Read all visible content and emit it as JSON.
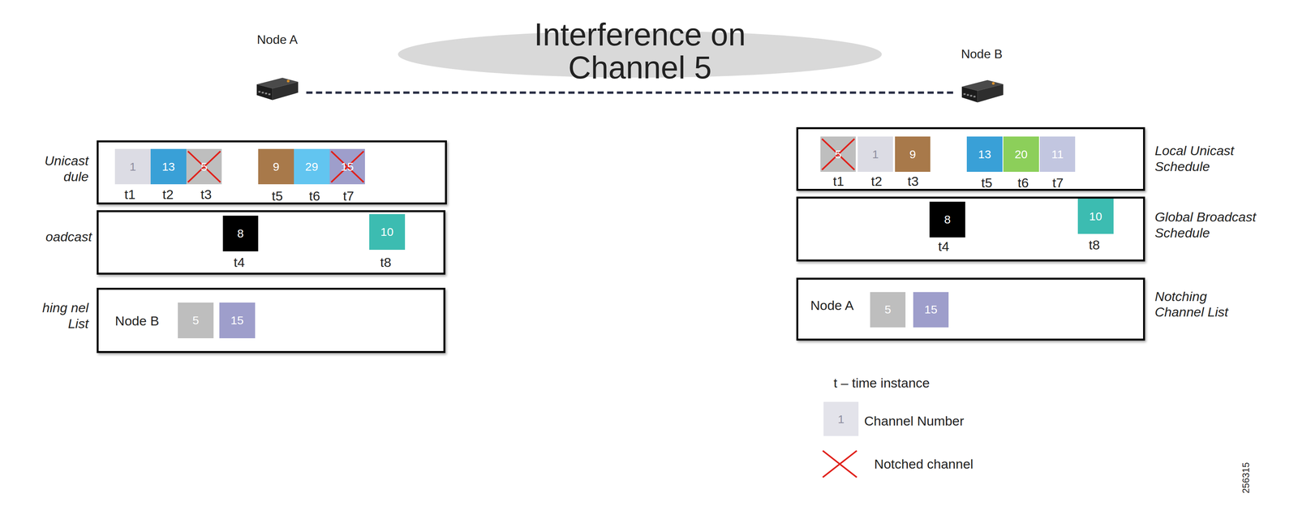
{
  "diagram": {
    "title": "Interference on Channel 5",
    "nodes": [
      {
        "text": [
          "Node A"
        ]
      },
      {
        "text": [
          "Node B"
        ]
      },
      {
        "text": [
          "Unicast dule"
        ]
      },
      {
        "text": [
          "1"
        ],
        "in": 2
      },
      {
        "text": [
          "13"
        ],
        "in": 2
      },
      {
        "text": [
          "5"
        ],
        "in": 2
      },
      {
        "text": [
          "9"
        ],
        "in": 2
      },
      {
        "text": [
          "29"
        ],
        "in": 2
      },
      {
        "text": [
          "15"
        ],
        "in": 2
      },
      {
        "text": [
          "oadcast"
        ]
      },
      {
        "text": [
          "8"
        ],
        "in": 9
      },
      {
        "text": [
          "10"
        ],
        "in": 9
      },
      {
        "text": [
          "hing nel List",
          "Node B"
        ]
      },
      {
        "text": [
          "5"
        ],
        "in": 12
      },
      {
        "text": [
          "15"
        ],
        "in": 12
      },
      {
        "text": [
          "Local Unicast Schedule"
        ]
      },
      {
        "text": [
          "5"
        ],
        "in": 15
      },
      {
        "text": [
          "1"
        ],
        "in": 15
      },
      {
        "text": [
          "9"
        ],
        "in": 15
      },
      {
        "text": [
          "13"
        ],
        "in": 15
      },
      {
        "text": [
          "20"
        ],
        "in": 15
      },
      {
        "text": [
          "11"
        ],
        "in": 15
      },
      {
        "text": [
          "Global Broadcast Schedule"
        ]
      },
      {
        "text": [
          "8"
        ],
        "in": 22
      },
      {
        "text": [
          "10"
        ],
        "in": 22
      },
      {
        "text": [
          "Notching Channel List",
          "Node A"
        ]
      },
      {
        "text": [
          "5"
        ],
        "in": 25
      },
      {
        "text": [
          "15"
        ],
        "in": 25
      }
    ],
    "edges": [
      {
        "from": 0,
        "to": 1,
        "arrow": "none"
      }
    ],
    "labels": [
      "t1",
      "t2",
      "t3",
      "t5",
      "t6",
      "t7",
      "t4",
      "t8",
      "t1",
      "t2",
      "t3",
      "t5",
      "t6",
      "t7",
      "t4",
      "t8",
      "t – time instance",
      "1",
      "256315"
    ],
    "legend": [
      {
        "text": "Channel Number",
        "color": "#e3e3ea"
      },
      {
        "text": "Notched channel"
      }
    ]
  }
}
